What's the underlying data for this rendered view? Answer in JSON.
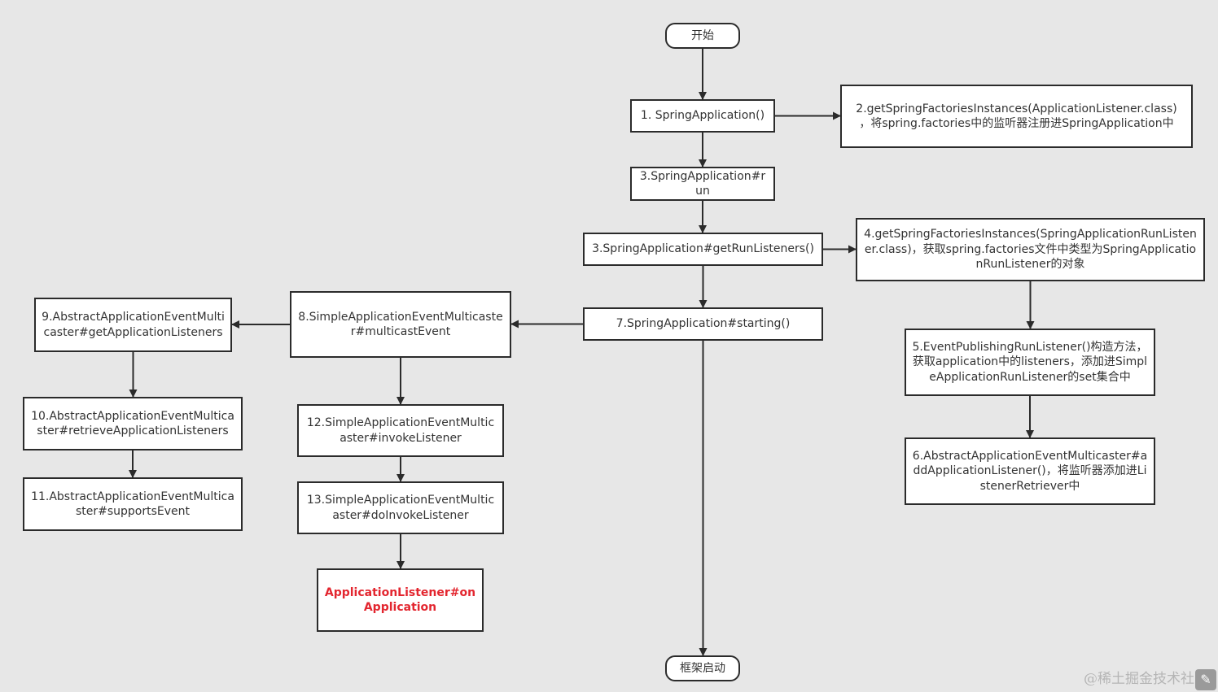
{
  "diagram": {
    "nodes": {
      "start": "开始",
      "n1": "1. SpringApplication()",
      "n2": "2.getSpringFactoriesInstances(ApplicationListener.class)\n，将spring.factories中的监听器注册进SpringApplication中",
      "n3a": "3.SpringApplication#run",
      "n3b": "3.SpringApplication#getRunListeners()",
      "n4": "4.getSpringFactoriesInstances(SpringApplicationRunListener.class)，获取spring.factories文件中类型为SpringApplicationRunListener的对象",
      "n5": "5.EventPublishingRunListener()构造方法，获取application中的listeners，添加进SimpleApplicationRunListener的set集合中",
      "n6": "6.AbstractApplicationEventMulticaster#addApplicationListener()，将监听器添加进ListenerRetriever中",
      "n7": "7.SpringApplication#starting()",
      "n8": "8.SimpleApplicationEventMulticaster#multicastEvent",
      "n9": "9.AbstractApplicationEventMulticaster#getApplicationListeners",
      "n10": "10.AbstractApplicationEventMulticaster#retrieveApplicationListeners",
      "n11": "11.AbstractApplicationEventMulticaster#supportsEvent",
      "n12": "12.SimpleApplicationEventMulticaster#invokeListener",
      "n13": "13.SimpleApplicationEventMulticaster#doInvokeListener",
      "n14": "ApplicationListener#onApplication",
      "end": "框架启动"
    },
    "edges": [
      [
        "start",
        "n1"
      ],
      [
        "n1",
        "n2"
      ],
      [
        "n1",
        "n3a"
      ],
      [
        "n3a",
        "n3b"
      ],
      [
        "n3b",
        "n4"
      ],
      [
        "n3b",
        "n7"
      ],
      [
        "n4",
        "n5"
      ],
      [
        "n5",
        "n6"
      ],
      [
        "n7",
        "n8"
      ],
      [
        "n7",
        "end"
      ],
      [
        "n8",
        "n9"
      ],
      [
        "n8",
        "n12"
      ],
      [
        "n9",
        "n10"
      ],
      [
        "n10",
        "n11"
      ],
      [
        "n12",
        "n13"
      ],
      [
        "n13",
        "n14"
      ]
    ],
    "highlight_color": "#e3262f"
  },
  "watermark": "@稀土掘金技术社区"
}
